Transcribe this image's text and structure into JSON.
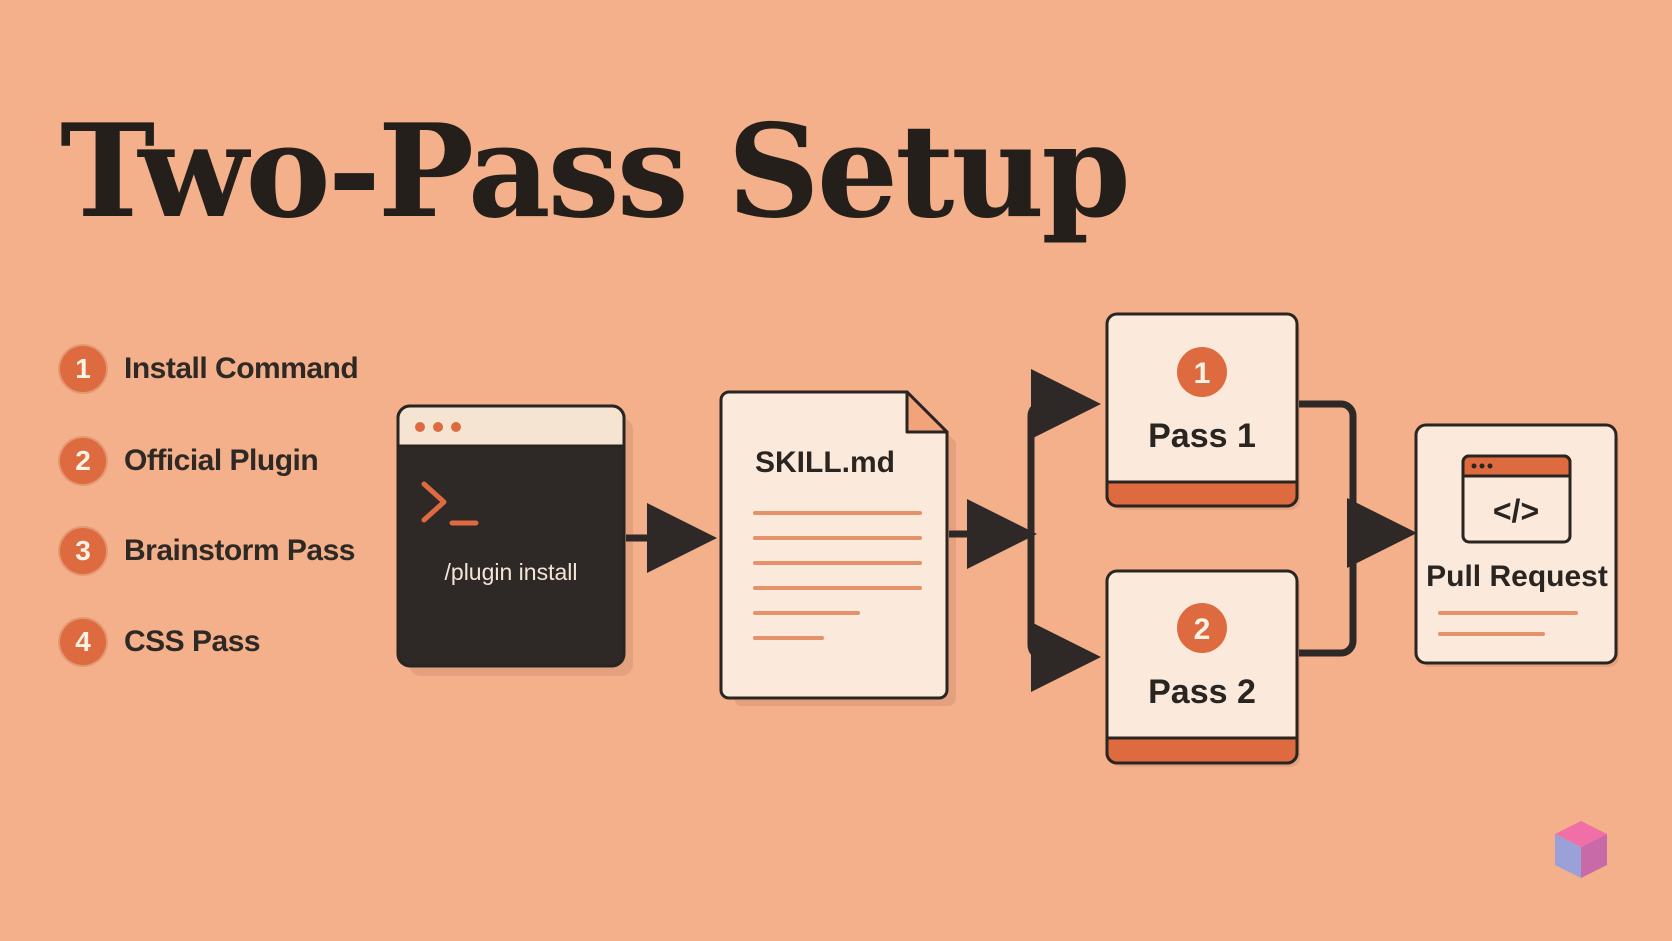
{
  "title": "Two-Pass Setup",
  "steps": [
    {
      "num": "1",
      "label": "Install Command"
    },
    {
      "num": "2",
      "label": "Official Plugin"
    },
    {
      "num": "3",
      "label": "Brainstorm Pass"
    },
    {
      "num": "4",
      "label": "CSS Pass"
    }
  ],
  "terminal": {
    "prompt": ">_",
    "command": "/plugin install"
  },
  "file": {
    "name": "SKILL.md"
  },
  "pass1": {
    "badge": "1",
    "label": "Pass 1"
  },
  "pass2": {
    "badge": "2",
    "label": "Pass 2"
  },
  "pr": {
    "code_glyph": "</>",
    "label": "Pull Request"
  },
  "colors": {
    "background": "#f3b08a",
    "accent": "#de6a3f",
    "card": "#fbeadc",
    "ink": "#2a2521",
    "terminal": "#2e2926"
  },
  "icons": [
    "terminal-icon",
    "markdown-file-icon",
    "code-window-icon",
    "cube-logo-icon"
  ]
}
